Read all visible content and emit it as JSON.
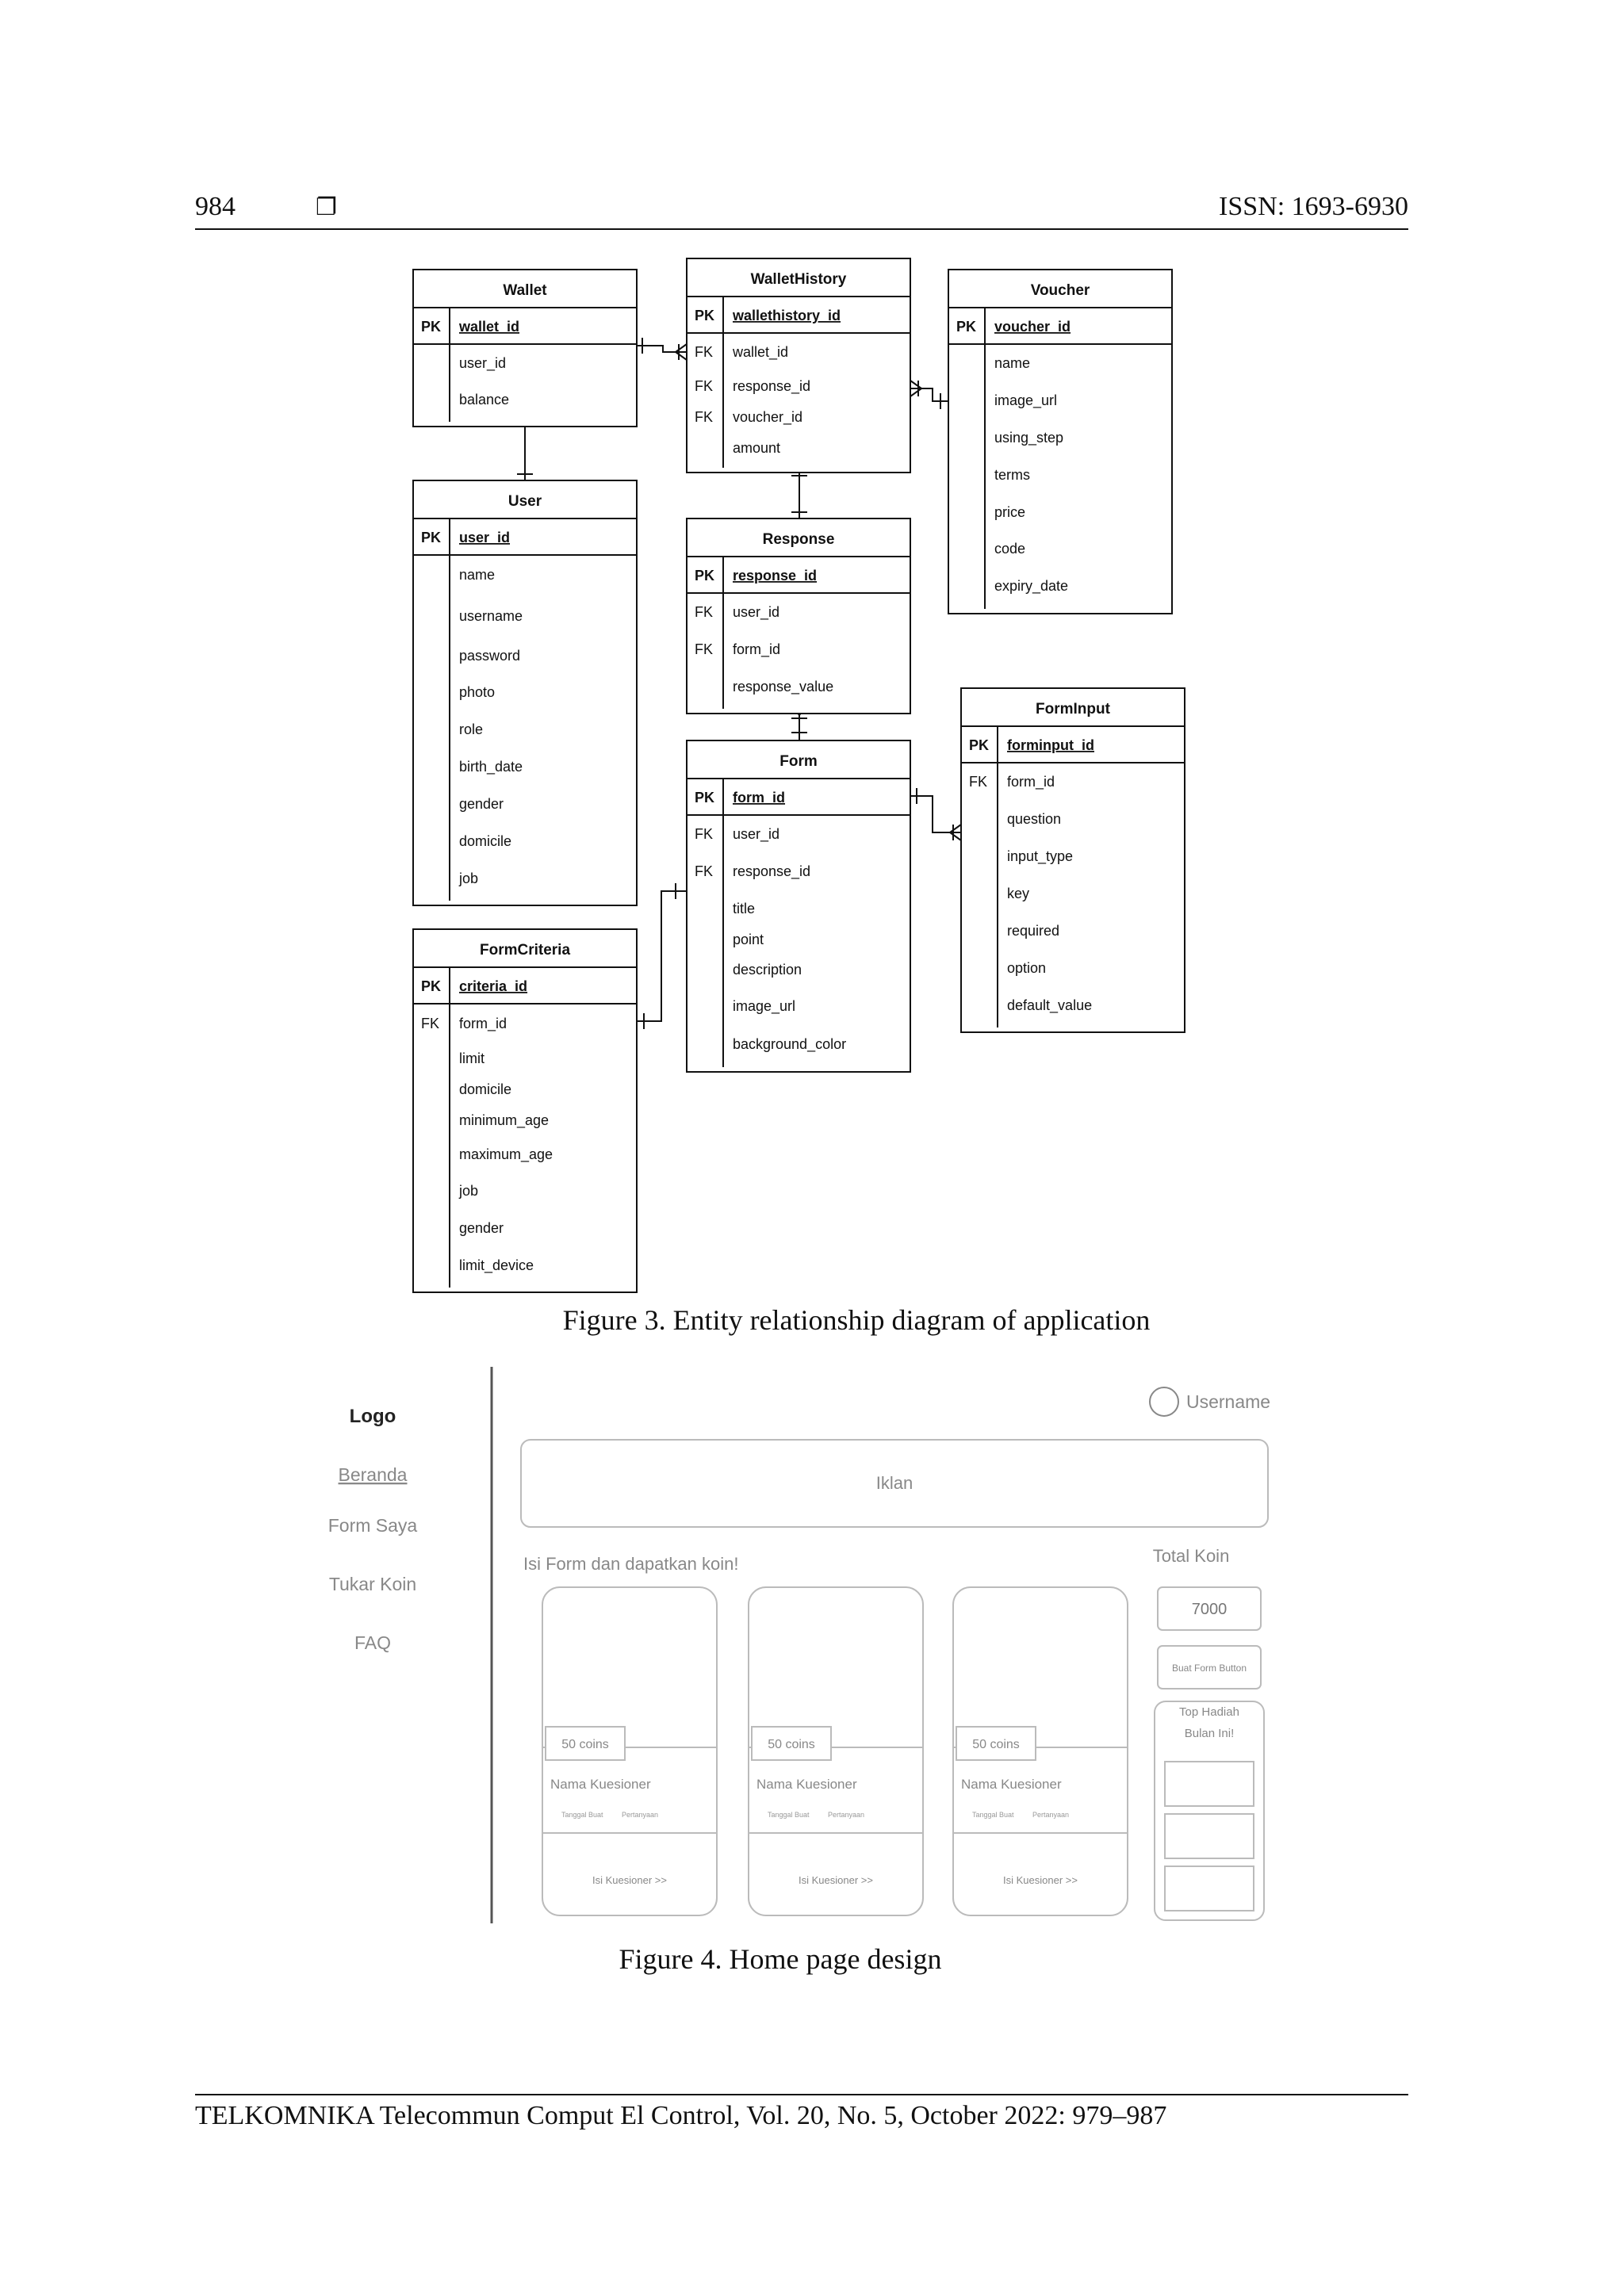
{
  "header": {
    "page_number": "984",
    "box_glyph": "❐",
    "issn": "ISSN: 1693-6930"
  },
  "figure3": {
    "caption": "Figure 3. Entity relationship diagram of application",
    "entities": {
      "wallet": {
        "title": "Wallet",
        "rows": [
          {
            "k": "PK",
            "f": "wallet_id",
            "pk": true
          },
          {
            "k": "",
            "f": "user_id"
          },
          {
            "k": "",
            "f": "balance"
          }
        ]
      },
      "wallethistory": {
        "title": "WalletHistory",
        "rows": [
          {
            "k": "PK",
            "f": "wallethistory_id",
            "pk": true
          },
          {
            "k": "FK",
            "f": "wallet_id"
          },
          {
            "k": "FK",
            "f": "response_id"
          },
          {
            "k": "FK",
            "f": "voucher_id"
          },
          {
            "k": "",
            "f": "amount"
          }
        ]
      },
      "voucher": {
        "title": "Voucher",
        "rows": [
          {
            "k": "PK",
            "f": "voucher_id",
            "pk": true
          },
          {
            "k": "",
            "f": "name"
          },
          {
            "k": "",
            "f": "image_url"
          },
          {
            "k": "",
            "f": "using_step"
          },
          {
            "k": "",
            "f": "terms"
          },
          {
            "k": "",
            "f": "price"
          },
          {
            "k": "",
            "f": "code"
          },
          {
            "k": "",
            "f": "expiry_date"
          }
        ]
      },
      "user": {
        "title": "User",
        "rows": [
          {
            "k": "PK",
            "f": "user_id",
            "pk": true
          },
          {
            "k": "",
            "f": "name"
          },
          {
            "k": "",
            "f": "username"
          },
          {
            "k": "",
            "f": "password"
          },
          {
            "k": "",
            "f": "photo"
          },
          {
            "k": "",
            "f": "role"
          },
          {
            "k": "",
            "f": "birth_date"
          },
          {
            "k": "",
            "f": "gender"
          },
          {
            "k": "",
            "f": "domicile"
          },
          {
            "k": "",
            "f": "job"
          }
        ]
      },
      "response": {
        "title": "Response",
        "rows": [
          {
            "k": "PK",
            "f": "response_id",
            "pk": true
          },
          {
            "k": "FK",
            "f": "user_id"
          },
          {
            "k": "FK",
            "f": "form_id"
          },
          {
            "k": "",
            "f": "response_value"
          }
        ]
      },
      "forminput": {
        "title": "FormInput",
        "rows": [
          {
            "k": "PK",
            "f": "forminput_id",
            "pk": true
          },
          {
            "k": "FK",
            "f": "form_id"
          },
          {
            "k": "",
            "f": "question"
          },
          {
            "k": "",
            "f": "input_type"
          },
          {
            "k": "",
            "f": "key"
          },
          {
            "k": "",
            "f": "required"
          },
          {
            "k": "",
            "f": "option"
          },
          {
            "k": "",
            "f": "default_value"
          }
        ]
      },
      "form": {
        "title": "Form",
        "rows": [
          {
            "k": "PK",
            "f": "form_id",
            "pk": true
          },
          {
            "k": "FK",
            "f": "user_id"
          },
          {
            "k": "FK",
            "f": "response_id"
          },
          {
            "k": "",
            "f": "title"
          },
          {
            "k": "",
            "f": "point"
          },
          {
            "k": "",
            "f": "description"
          },
          {
            "k": "",
            "f": "image_url"
          },
          {
            "k": "",
            "f": "background_color"
          }
        ]
      },
      "formcriteria": {
        "title": "FormCriteria",
        "rows": [
          {
            "k": "PK",
            "f": "criteria_id",
            "pk": true
          },
          {
            "k": "FK",
            "f": "form_id"
          },
          {
            "k": "",
            "f": "limit"
          },
          {
            "k": "",
            "f": "domicile"
          },
          {
            "k": "",
            "f": "minimum_age"
          },
          {
            "k": "",
            "f": "maximum_age"
          },
          {
            "k": "",
            "f": "job"
          },
          {
            "k": "",
            "f": "gender"
          },
          {
            "k": "",
            "f": "limit_device"
          }
        ]
      }
    }
  },
  "figure4": {
    "caption": "Figure 4. Home page design",
    "sidebar": {
      "logo": "Logo",
      "items": [
        "Beranda",
        "Form Saya",
        "Tukar Koin",
        "FAQ"
      ]
    },
    "topbar": {
      "username": "Username"
    },
    "ad_banner": "Iklan",
    "section_title": "Isi Form dan dapatkan koin!",
    "cards": [
      {
        "coins": "50 coins",
        "name": "Nama Kuesioner",
        "meta_left": "Tanggal Buat",
        "meta_right": "Pertanyaan",
        "cta": "Isi Kuesioner >>"
      },
      {
        "coins": "50 coins",
        "name": "Nama Kuesioner",
        "meta_left": "Tanggal Buat",
        "meta_right": "Pertanyaan",
        "cta": "Isi Kuesioner >>"
      },
      {
        "coins": "50 coins",
        "name": "Nama Kuesioner",
        "meta_left": "Tanggal Buat",
        "meta_right": "Pertanyaan",
        "cta": "Isi Kuesioner >>"
      }
    ],
    "right_panel": {
      "total_label": "Total Koin",
      "total_value": "7000",
      "create_button": "Buat Form Button",
      "rewards_title_line1": "Top Hadiah",
      "rewards_title_line2": "Bulan Ini!"
    }
  },
  "footer": {
    "citation": "TELKOMNIKA Telecommun Comput El Control, Vol. 20, No. 5, October 2022: 979–987"
  }
}
